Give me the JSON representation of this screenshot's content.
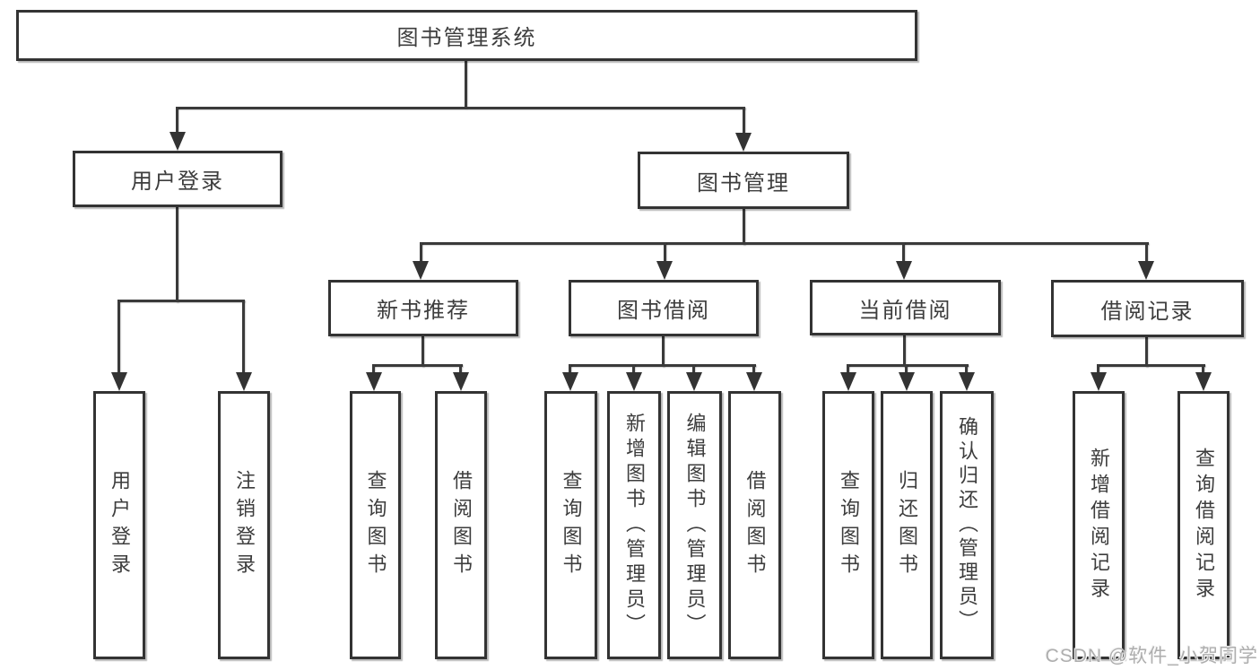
{
  "diagram": {
    "type": "functional-structure-tree",
    "title": "图书管理系统",
    "structure": [
      {
        "parent": "图书管理系统",
        "children": [
          "用户登录",
          "图书管理"
        ]
      },
      {
        "parent": "用户登录",
        "children": [
          "用户登录",
          "注销登录"
        ]
      },
      {
        "parent": "图书管理",
        "children": [
          "新书推荐",
          "图书借阅",
          "当前借阅",
          "借阅记录"
        ]
      },
      {
        "parent": "新书推荐",
        "children": [
          "查询图书",
          "借阅图书"
        ]
      },
      {
        "parent": "图书借阅",
        "children": [
          "查询图书",
          "新增图书（管理员）",
          "编辑图书（管理员）",
          "借阅图书"
        ]
      },
      {
        "parent": "当前借阅",
        "children": [
          "查询图书",
          "归还图书",
          "确认归还（管理员）"
        ]
      },
      {
        "parent": "借阅记录",
        "children": [
          "新增借阅记录",
          "查询借阅记录"
        ]
      }
    ]
  },
  "nodes": {
    "root": {
      "label": "图书管理系统"
    },
    "user_login": {
      "label": "用户登录"
    },
    "book_mgmt": {
      "label": "图书管理"
    },
    "new_book_rec": {
      "label": "新书推荐"
    },
    "book_borrow": {
      "label": "图书借阅"
    },
    "current_borrow": {
      "label": "当前借阅"
    },
    "borrow_records": {
      "label": "借阅记录"
    },
    "leaf_user_login": {
      "label": "用户登录"
    },
    "leaf_logout": {
      "label": "注销登录"
    },
    "leaf_nbr_query": {
      "label": "查询图书"
    },
    "leaf_nbr_borrow": {
      "label": "借阅图书"
    },
    "leaf_bb_query": {
      "label": "查询图书"
    },
    "leaf_bb_add": {
      "label": "新增图书（管理员）"
    },
    "leaf_bb_edit": {
      "label": "编辑图书（管理员）"
    },
    "leaf_bb_borrow": {
      "label": "借阅图书"
    },
    "leaf_cb_query": {
      "label": "查询图书"
    },
    "leaf_cb_return": {
      "label": "归还图书"
    },
    "leaf_cb_confirm": {
      "label": "确认归还（管理员）"
    },
    "leaf_br_add": {
      "label": "新增借阅记录"
    },
    "leaf_br_query": {
      "label": "查询借阅记录"
    }
  },
  "watermark": {
    "text": "CSDN @软件_小贺同学"
  },
  "colors": {
    "background": "#ffffff",
    "box_border": "#333333",
    "box_fill": "#ffffff",
    "text": "#3d3d3d",
    "connector": "#3a3a3a",
    "watermark": "#aeaeae"
  }
}
